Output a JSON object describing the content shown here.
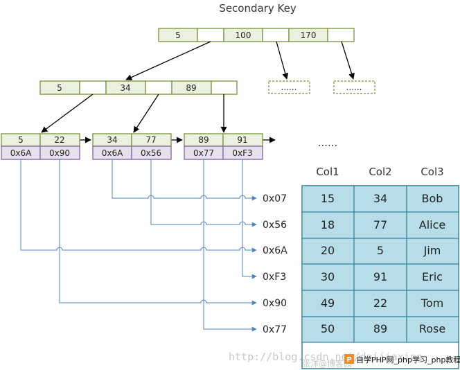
{
  "title": "Secondary Key",
  "index": {
    "root": [
      "5",
      "100",
      "170"
    ],
    "ellipsis_small": "......",
    "level2": [
      "5",
      "34",
      "89"
    ],
    "leaves": [
      {
        "keys": [
          "5",
          "22"
        ],
        "addrs": [
          "0x6A",
          "0x90"
        ]
      },
      {
        "keys": [
          "34",
          "77"
        ],
        "addrs": [
          "0x6A",
          "0x56"
        ]
      },
      {
        "keys": [
          "89",
          "91"
        ],
        "addrs": [
          "0x77",
          "0xF3"
        ]
      }
    ],
    "leaf_ellipsis": "......"
  },
  "row_pointers": [
    "0x07",
    "0x56",
    "0x6A",
    "0xF3",
    "0x90",
    "0x77"
  ],
  "table": {
    "headers": [
      "Col1",
      "Col2",
      "Col3"
    ],
    "rows": [
      [
        "15",
        "34",
        "Bob"
      ],
      [
        "18",
        "77",
        "Alice"
      ],
      [
        "20",
        "5",
        "Jim"
      ],
      [
        "30",
        "91",
        "Eric"
      ],
      [
        "49",
        "22",
        "Tom"
      ],
      [
        "50",
        "89",
        "Rose"
      ]
    ]
  },
  "watermark": {
    "url": "http://blog.csdn.net/daijiaxing",
    "author": "张洋@博客园",
    "brand": "自学PHP网_php学习_php教程"
  },
  "colors": {
    "node_border": "#76923c",
    "node_fill": "#ebf1de",
    "addr_border": "#8064a2",
    "addr_fill": "#e5e0ec",
    "table_fill": "#b7dde8",
    "table_border": "#31849b",
    "line": "#4f81bd",
    "arrow": "#000000"
  }
}
